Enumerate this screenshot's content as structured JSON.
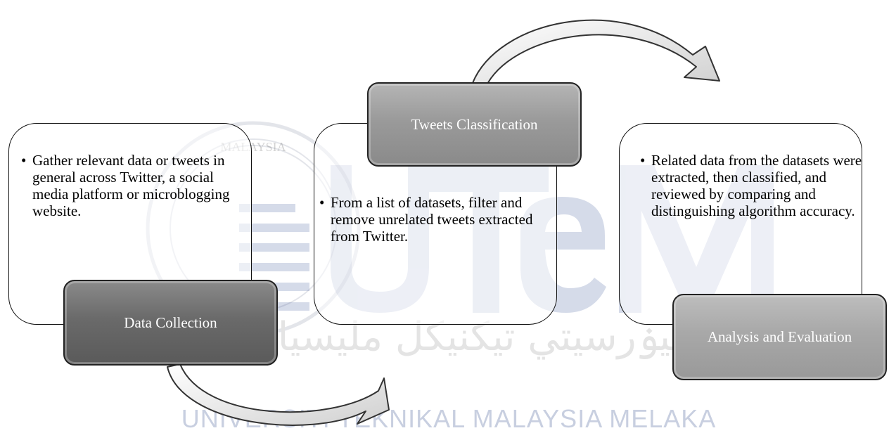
{
  "steps": [
    {
      "label": "Data Collection",
      "description": "Gather relevant data or tweets in general across Twitter, a social media platform or microblogging website."
    },
    {
      "label": "Tweets Classification",
      "description": "From a list of datasets, filter and remove unrelated tweets extracted from Twitter."
    },
    {
      "label": "Analysis and Evaluation",
      "description": "Related data from the datasets were extracted, then classified, and reviewed by comparing and distinguishing algorithm accuracy."
    }
  ],
  "watermark": {
    "text": "UNIVERSITI TEKNIKAL MALAYSIA MELAKA",
    "jawi": "اونيۏرسيتي تيكنيكل مليسيا ملاك",
    "logo_text": "UTeM",
    "seal_text": "MALAYSIA MELAKA"
  },
  "colors": {
    "label_dark": "#6a6a6a",
    "label_mid": "#9a9a9a",
    "label_light": "#a8a8a8",
    "watermark_blue": "#1f3c88"
  }
}
